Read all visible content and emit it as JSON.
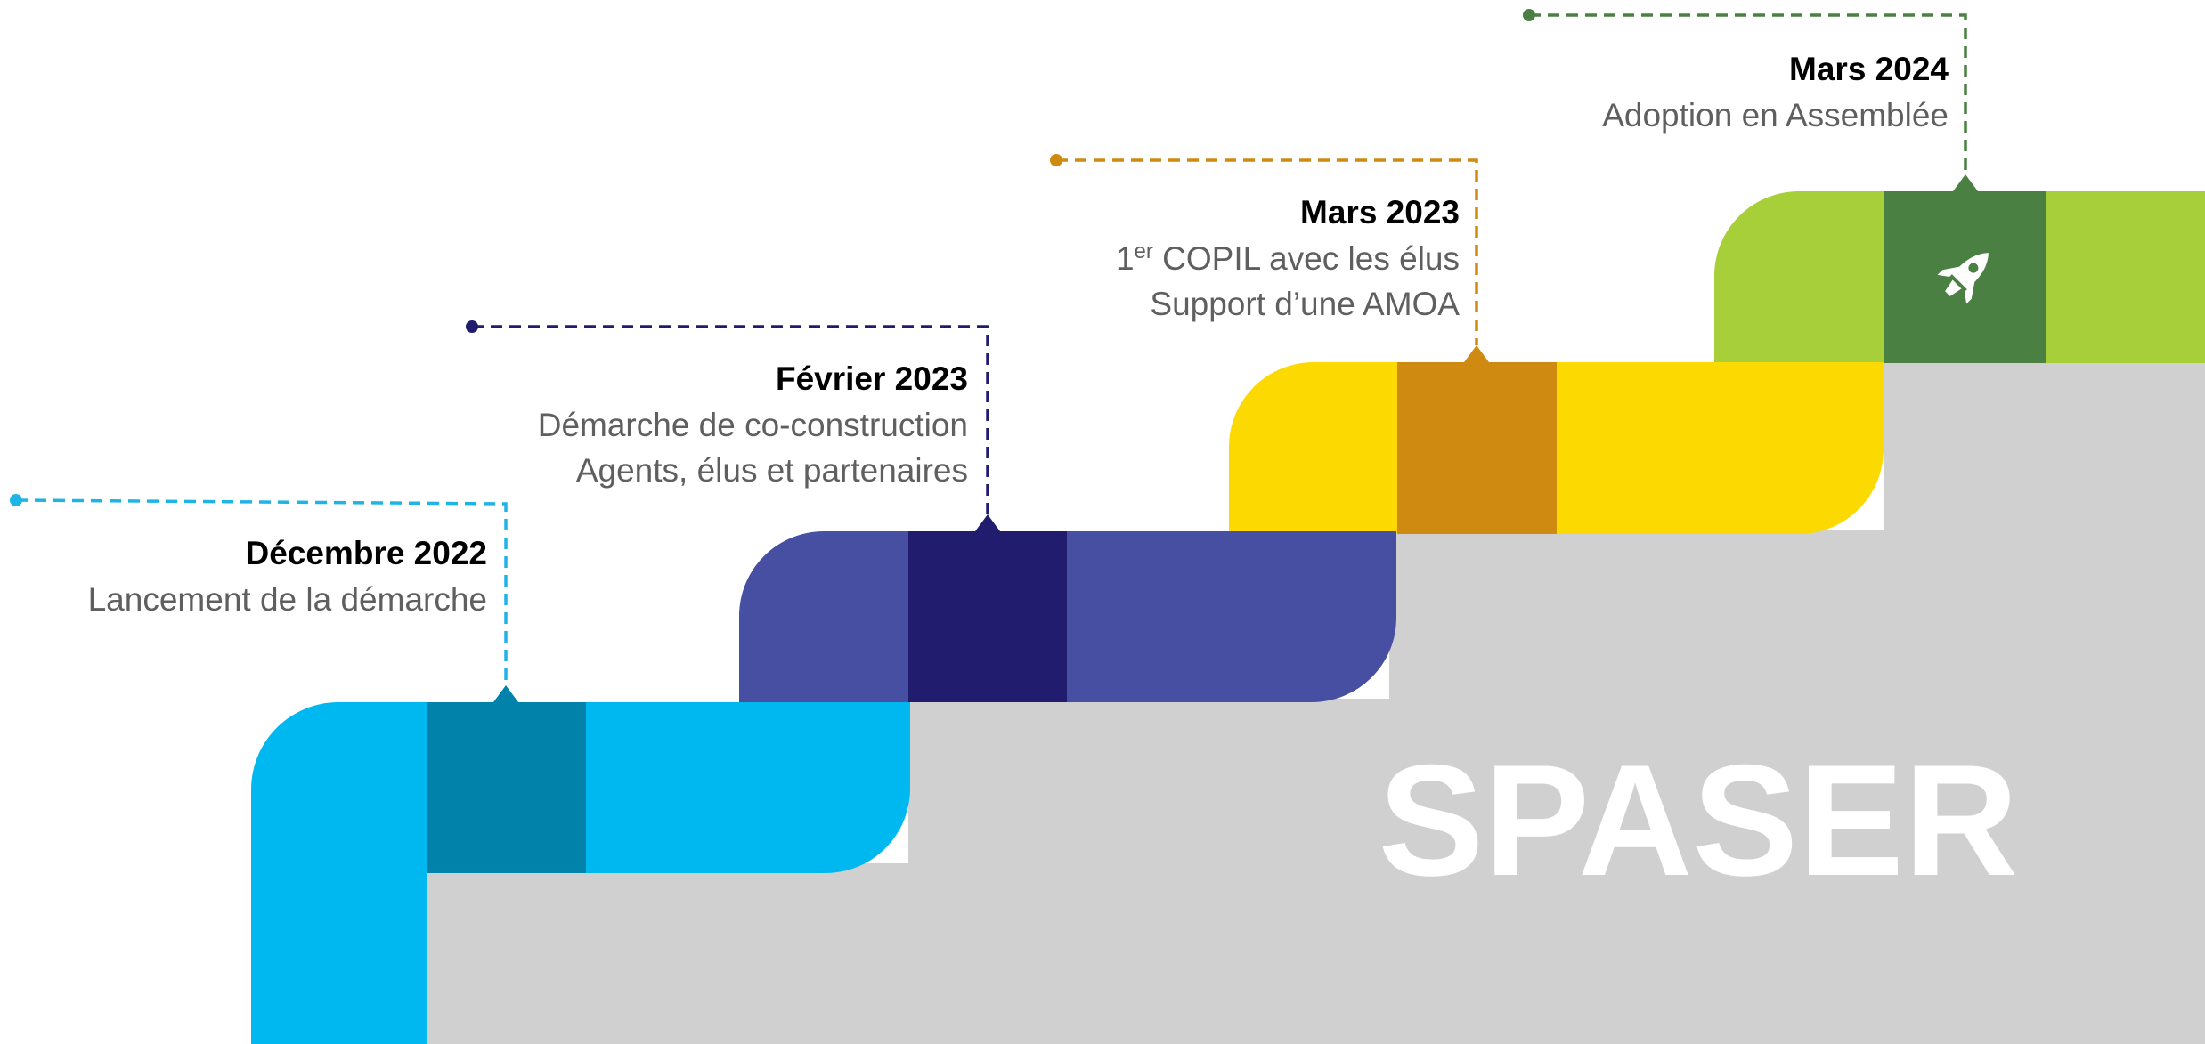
{
  "diagram": {
    "title": "SPASER",
    "steps": [
      {
        "date": "Décembre 2022",
        "lines": [
          "Lancement de la démarche"
        ],
        "colors": {
          "step": "#00b8f0",
          "band": "#0082aa",
          "leader": "#1eb4e6"
        }
      },
      {
        "date": "Février 2023",
        "lines": [
          "Démarche de co-construction",
          "Agents, élus et partenaires"
        ],
        "colors": {
          "step": "#474fa2",
          "band": "#221c6e",
          "leader": "#221c6e"
        }
      },
      {
        "date": "Mars 2023",
        "lines_sup": {
          "prefix": "1",
          "sup": "er",
          "rest": " COPIL avec les élus"
        },
        "lines": [
          "Support d’une AMOA"
        ],
        "colors": {
          "step": "#fcd900",
          "band": "#cf8a12",
          "leader": "#cf8a12"
        }
      },
      {
        "date": "Mars 2024",
        "lines": [
          "Adoption en Assemblée"
        ],
        "icon": "rocket-icon",
        "colors": {
          "step": "#a6cf3a",
          "band": "#4a8042",
          "leader": "#4a8042"
        }
      }
    ],
    "colors": {
      "staircase": "#d0d0d0",
      "title": "#ffffff",
      "icon": "#ffffff"
    }
  }
}
